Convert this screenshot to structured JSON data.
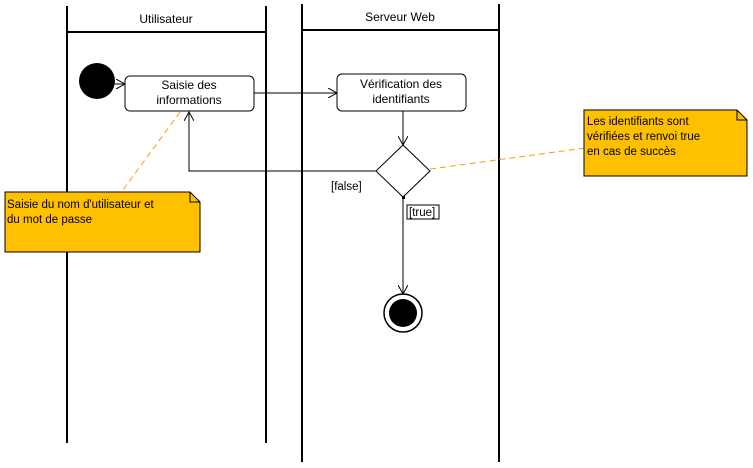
{
  "swimlanes": [
    {
      "id": "user",
      "title": "Utilisateur"
    },
    {
      "id": "server",
      "title": "Serveur Web"
    }
  ],
  "activities": {
    "saisie": {
      "lines": [
        "Saisie des",
        "informations"
      ]
    },
    "verification": {
      "lines": [
        "Vérification des",
        "identifiants"
      ]
    }
  },
  "guards": {
    "false_label": "[false]",
    "true_label": "[true]"
  },
  "notes": {
    "user_note": {
      "lines": [
        "Saisie du nom d'utilisateur et",
        "du mot de passe"
      ]
    },
    "server_note": {
      "lines": [
        "Les identifiants sont",
        "vérifiées et renvoi true",
        "en cas de succès"
      ]
    }
  },
  "colors": {
    "note_fill": "#FFC000",
    "note_connector": "#F2A200",
    "line": "#000000",
    "background": "#FFFFFF"
  }
}
